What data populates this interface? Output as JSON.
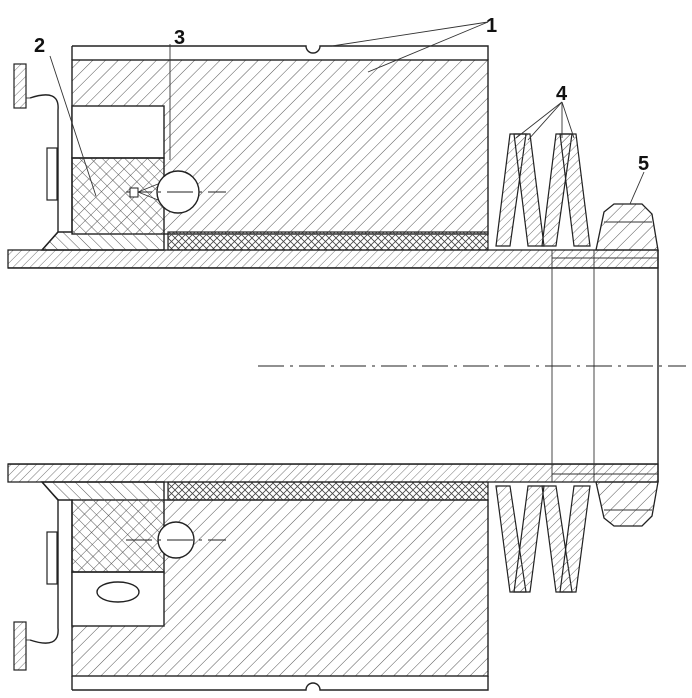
{
  "figure": {
    "labels": [
      {
        "id": "part-1",
        "text": "1"
      },
      {
        "id": "part-2",
        "text": "2"
      },
      {
        "id": "part-3",
        "text": "3"
      },
      {
        "id": "part-4",
        "text": "4"
      },
      {
        "id": "part-5",
        "text": "5"
      }
    ],
    "colors": {
      "line": "#222222",
      "hatch": "#555555",
      "background": "#ffffff"
    }
  }
}
